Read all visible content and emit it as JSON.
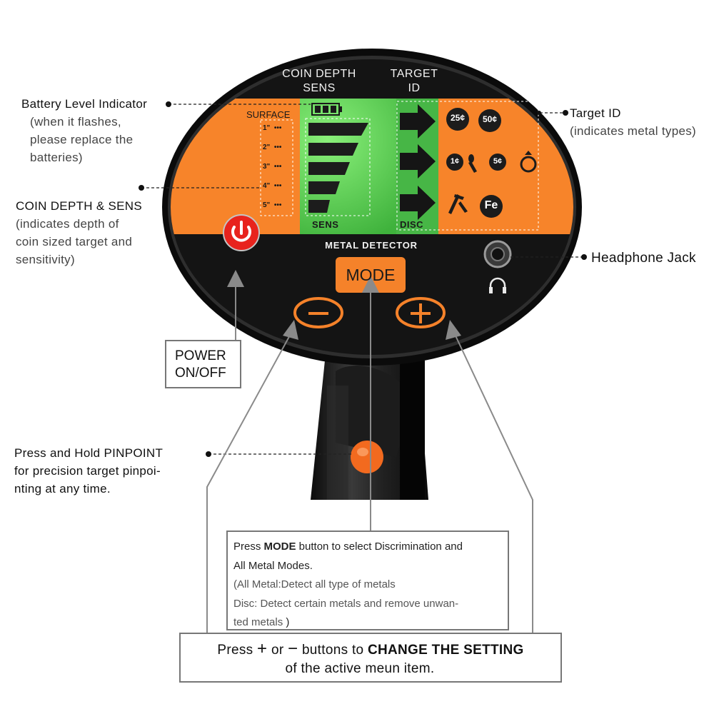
{
  "device": {
    "header_depth": [
      "COIN DEPTH",
      "SENS"
    ],
    "header_target": [
      "TARGET",
      "ID"
    ],
    "surface_label": "SURFACE",
    "depth_marks": [
      "1\"",
      "2\"",
      "3\"",
      "4\"",
      "5\""
    ],
    "sens_label": "SENS",
    "disc_label": "DISC",
    "coins": [
      "25¢",
      "50¢",
      "1¢",
      "5¢",
      "Fe"
    ],
    "brand_label": "METAL DETECTOR",
    "mode_button": "MODE",
    "minus_button": "−",
    "plus_button": "+"
  },
  "callouts": {
    "battery": {
      "title": "Battery Level Indicator",
      "sub": [
        "(when it flashes,",
        "please replace the",
        "batteries)"
      ]
    },
    "coin_depth": {
      "title": "COIN DEPTH & SENS",
      "sub": [
        "(indicates depth of",
        "coin sized target and",
        "sensitivity)"
      ]
    },
    "target_id": {
      "title": "Target ID",
      "sub": [
        "(indicates metal types)"
      ]
    },
    "headphone": {
      "title": "Headphone Jack"
    },
    "power": [
      "POWER",
      "ON/OFF"
    ],
    "pinpoint": [
      "Press and Hold PINPOINT",
      "for  precision target pinpoi-",
      "nting at any time."
    ]
  },
  "mode_box": {
    "pre": "Press ",
    "bold": "MODE",
    "post": " button to select Discrimination and",
    "line2": " All Metal Modes.",
    "line3": "(All Metal:Detect all type of metals",
    "line4": " Disc: Detect certain metals and remove unwan-",
    "line5": "ted metals ",
    "line5_end": ")"
  },
  "setting_box": {
    "pre": "Press ",
    "plus": "+",
    "mid": " or ",
    "minus": "−",
    "post": " buttons to ",
    "bold": "CHANGE THE SETTING",
    "line2": "of the active meun item."
  },
  "colors": {
    "orange": "#f7842a",
    "lcd_green": "#4ec44a",
    "body_black": "#151515",
    "power_red": "#e8231d",
    "mode_orange": "#f5822a"
  }
}
